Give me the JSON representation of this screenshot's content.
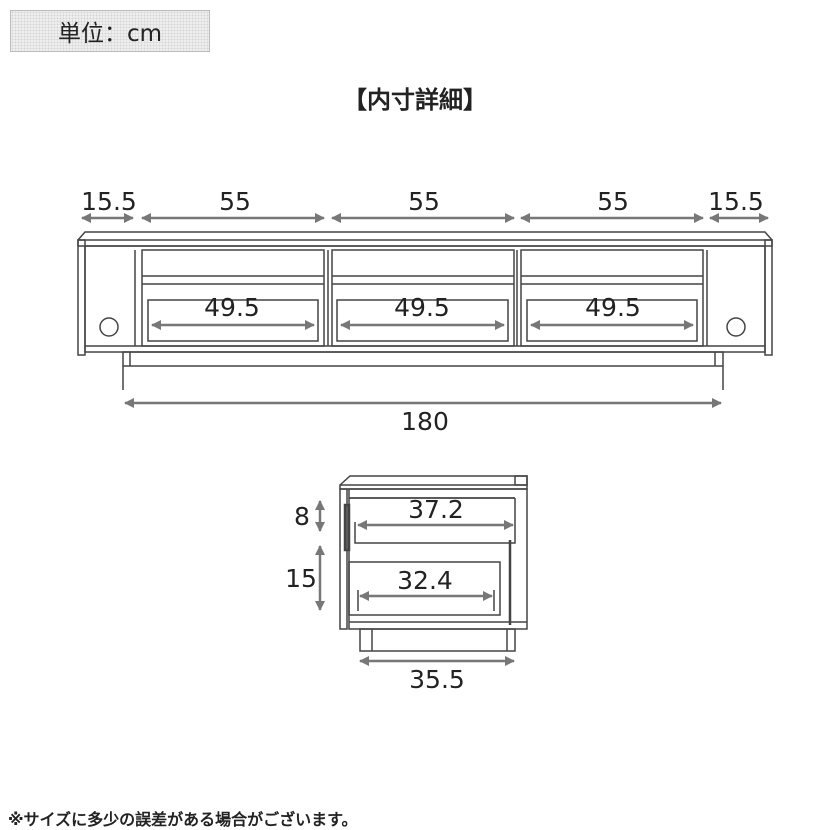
{
  "unit_label": "単位：cm",
  "title": "【内寸詳細】",
  "front_view": {
    "top_dims": [
      "15.5",
      "55",
      "55",
      "55",
      "15.5"
    ],
    "drawer_inner_widths": [
      "49.5",
      "49.5",
      "49.5"
    ],
    "total_width": "180"
  },
  "side_view": {
    "upper_height": "8",
    "lower_height": "15",
    "upper_depth": "37.2",
    "lower_depth": "32.4",
    "base_depth": "35.5"
  },
  "footnote": "※サイズに多少の誤差がある場合がございます。"
}
